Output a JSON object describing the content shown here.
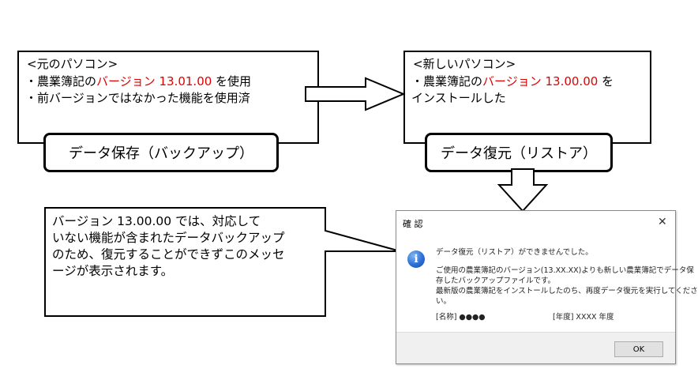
{
  "old_pc": {
    "title": "<元のパソコン>",
    "line1_prefix": "・農業簿記の",
    "line1_version": "バージョン 13.01.00",
    "line1_suffix": " を使用",
    "line2": "・前バージョンではなかった機能を使用済",
    "action_label": "データ保存（バックアップ）"
  },
  "new_pc": {
    "title": "<新しいパソコン>",
    "line1_prefix": "・農業簿記の",
    "line1_version": "バージョン 13.00.00",
    "line1_suffix": " を",
    "line2": "インストールした",
    "action_label": "データ復元（リストア）"
  },
  "callout": {
    "line1": "バージョン 13.00.00 では、対応して",
    "line2": "いない機能が含まれたデータバックアップ",
    "line3": "のため、復元することができずこのメッセ",
    "line4": "ージが表示されます。"
  },
  "dialog": {
    "title": "確 認",
    "close_glyph": "✕",
    "icon": "info-icon",
    "message_main": "データ復元（リストア）ができませんでした。",
    "message_detail1": "ご使用の農業簿記のバージョン(13.XX.XX)よりも新しい農業簿記でデータ保",
    "message_detail2": "存したバックアップファイルです。",
    "message_detail3": "最新版の農業簿記をインストールしたのち、再度データ復元を実行してくださ",
    "message_detail4": "い。",
    "name_label": "[名称] ●●●●",
    "year_label": "[年度] XXXX 年度",
    "ok_label": "OK"
  },
  "colors": {
    "version_red": "#e00000",
    "info_blue": "#2b6fd6"
  }
}
